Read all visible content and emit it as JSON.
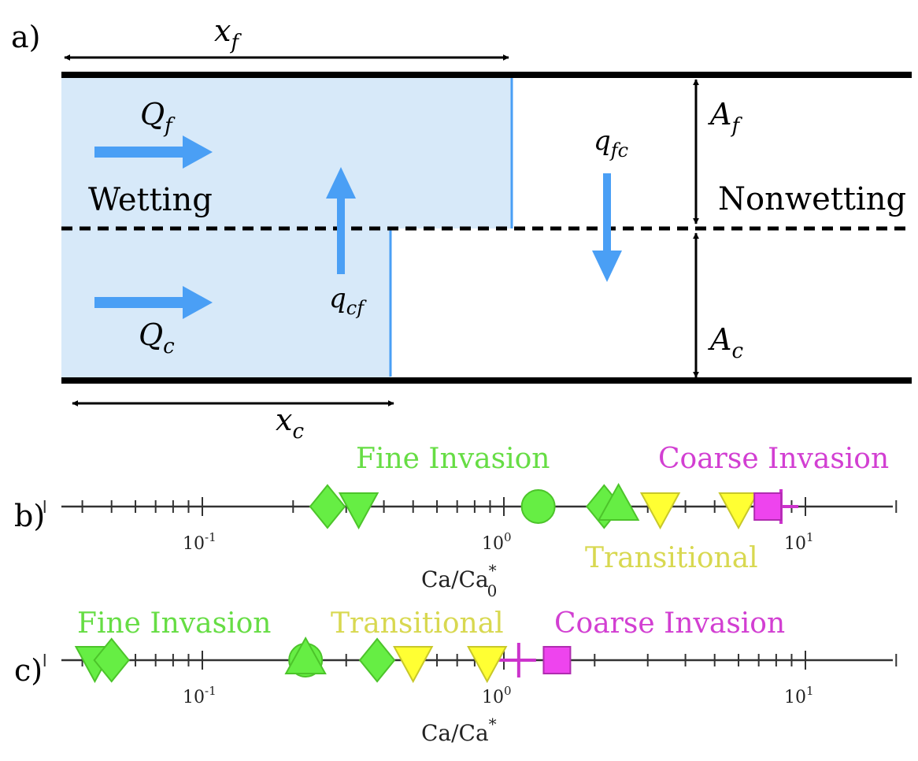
{
  "panel_a": {
    "label": "a)",
    "xf": {
      "main": "x",
      "sub": "f"
    },
    "xc": {
      "main": "x",
      "sub": "c"
    },
    "Qf": {
      "main": "Q",
      "sub": "f"
    },
    "Qc": {
      "main": "Q",
      "sub": "c"
    },
    "qfc": {
      "main": "q",
      "sub": "fc"
    },
    "qcf": {
      "main": "q",
      "sub": "cf"
    },
    "Af": {
      "main": "A",
      "sub": "f"
    },
    "Ac": {
      "main": "A",
      "sub": "c"
    },
    "wetting": "Wetting",
    "nonwetting": "Nonwetting",
    "colors": {
      "wetting_fill": "#d7e9f9",
      "arrow": "#4a9ff5",
      "front_line": "#4a9ff5",
      "wall": "#000000"
    }
  },
  "panel_b": {
    "label": "b)",
    "xlabel": {
      "main": "Ca/Ca",
      "sup": "*",
      "sub": "0"
    },
    "ticks": [
      "10",
      "10",
      "10"
    ],
    "tick_exps": [
      "-1",
      "0",
      "1"
    ],
    "regions": [
      {
        "text": "Fine Invasion",
        "color": "#66dd44"
      },
      {
        "text": "Transitional",
        "color": "#d8d850"
      },
      {
        "text": "Coarse Invasion",
        "color": "#d23fd2"
      }
    ]
  },
  "panel_c": {
    "label": "c)",
    "xlabel": {
      "main": "Ca/Ca",
      "sup": "*"
    },
    "ticks": [
      "10",
      "10",
      "10"
    ],
    "tick_exps": [
      "-1",
      "0",
      "1"
    ],
    "regions": [
      {
        "text": "Fine Invasion",
        "color": "#66dd44"
      },
      {
        "text": "Transitional",
        "color": "#d8d850"
      },
      {
        "text": "Coarse Invasion",
        "color": "#d23fd2"
      }
    ]
  },
  "chart_data": [
    {
      "type": "scatter",
      "panel": "b",
      "xscale": "log",
      "xlim": [
        0.03,
        20
      ],
      "xlabel": "Ca/Ca*0",
      "points": [
        {
          "x": 0.26,
          "marker": "diamond",
          "category": "Fine Invasion",
          "color": "#66ee44"
        },
        {
          "x": 0.33,
          "marker": "triangle-down",
          "category": "Fine Invasion",
          "color": "#66ee44"
        },
        {
          "x": 1.3,
          "marker": "circle",
          "category": "Fine Invasion",
          "color": "#66ee44"
        },
        {
          "x": 2.15,
          "marker": "diamond",
          "category": "Fine Invasion",
          "color": "#66ee44"
        },
        {
          "x": 2.4,
          "marker": "triangle-up",
          "category": "Fine Invasion",
          "color": "#66ee44"
        },
        {
          "x": 3.3,
          "marker": "triangle-down",
          "category": "Transitional",
          "color": "#ffff33"
        },
        {
          "x": 6.0,
          "marker": "triangle-down",
          "category": "Transitional",
          "color": "#ffff33"
        },
        {
          "x": 7.5,
          "marker": "square",
          "category": "Coarse Invasion",
          "color": "#ee44ee"
        }
      ],
      "thresholds": [
        {
          "x": 8.3,
          "color": "#cc33cc"
        }
      ]
    },
    {
      "type": "scatter",
      "panel": "c",
      "xscale": "log",
      "xlim": [
        0.03,
        20
      ],
      "xlabel": "Ca/Ca*",
      "points": [
        {
          "x": 0.044,
          "marker": "triangle-down",
          "category": "Fine Invasion",
          "color": "#66ee44"
        },
        {
          "x": 0.05,
          "marker": "diamond",
          "category": "Fine Invasion",
          "color": "#66ee44"
        },
        {
          "x": 0.22,
          "marker": "circle",
          "category": "Fine Invasion",
          "color": "#66ee44"
        },
        {
          "x": 0.22,
          "marker": "triangle-up",
          "category": "Fine Invasion",
          "color": "#66ee44"
        },
        {
          "x": 0.38,
          "marker": "diamond",
          "category": "Fine Invasion",
          "color": "#66ee44"
        },
        {
          "x": 0.5,
          "marker": "triangle-down",
          "category": "Transitional",
          "color": "#ffff33"
        },
        {
          "x": 0.88,
          "marker": "triangle-down",
          "category": "Transitional",
          "color": "#ffff33"
        },
        {
          "x": 1.5,
          "marker": "square",
          "category": "Coarse Invasion",
          "color": "#ee44ee"
        }
      ],
      "thresholds": [
        {
          "x": 1.12,
          "color": "#cc33cc"
        }
      ]
    }
  ]
}
